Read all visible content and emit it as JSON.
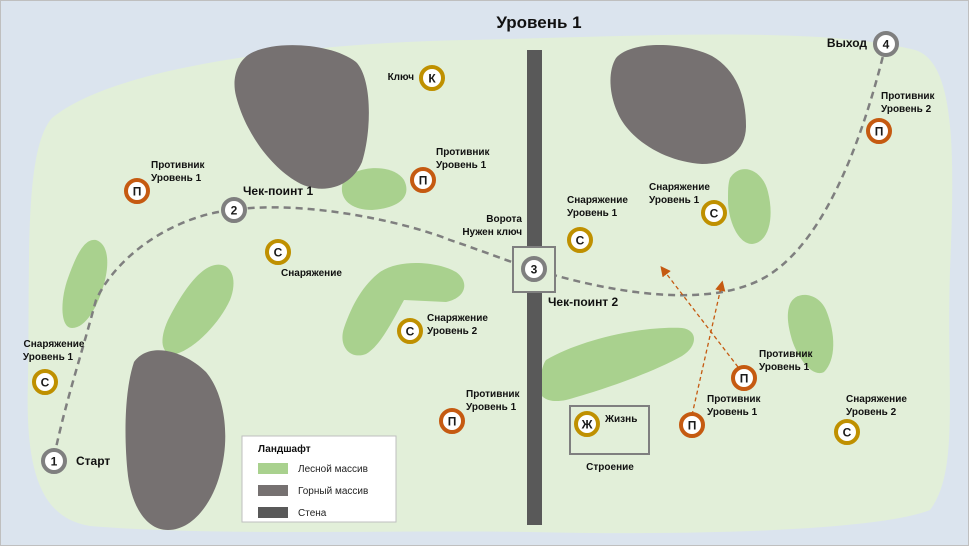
{
  "title": "Уровень 1",
  "colors": {
    "water": "#dbe4ee",
    "ground": "#e2efd9",
    "forest": "#a9d18e",
    "mountain": "#767171",
    "wall": "#595959",
    "checkpoint": "#7f7f7f",
    "gear": "#bf9000",
    "enemy": "#c55a11",
    "path": "#7f7f7f",
    "arrow": "#c55a11"
  },
  "checkpoints": [
    {
      "num": "1",
      "label": "Старт"
    },
    {
      "num": "2",
      "label": "Чек-поинт 1"
    },
    {
      "num": "3",
      "label": "Чек-поинт 2",
      "note_line1": "Ворота",
      "note_line2": "Нужен ключ"
    },
    {
      "num": "4",
      "label": "Выход"
    }
  ],
  "gear_letter": "С",
  "enemy_letter": "П",
  "key": {
    "letter": "К",
    "label": "Ключ"
  },
  "life": {
    "letter": "Ж",
    "label": "Жизнь",
    "building_label": "Строение"
  },
  "gear_items": [
    {
      "line1": "Снаряжение",
      "line2": "Уровень 1"
    },
    {
      "line1": "Снаряжение",
      "line2": ""
    },
    {
      "line1": "Снаряжение",
      "line2": "Уровень 2"
    },
    {
      "line1": "Снаряжение",
      "line2": "Уровень 1"
    },
    {
      "line1": "Снаряжение",
      "line2": "Уровень 1"
    },
    {
      "line1": "Снаряжение",
      "line2": "Уровень 2"
    }
  ],
  "enemies": [
    {
      "line1": "Противник",
      "line2": "Уровень 1"
    },
    {
      "line1": "Противник",
      "line2": "Уровень 1"
    },
    {
      "line1": "Противник",
      "line2": "Уровень 1"
    },
    {
      "line1": "Противник",
      "line2": "Уровень 2"
    },
    {
      "line1": "Противник",
      "line2": "Уровень 1"
    },
    {
      "line1": "Противник",
      "line2": "Уровень 1"
    }
  ],
  "legend": {
    "title": "Ландшафт",
    "items": [
      {
        "label": "Лесной массив",
        "color": "#a9d18e"
      },
      {
        "label": "Горный массив",
        "color": "#767171"
      },
      {
        "label": "Стена",
        "color": "#595959"
      }
    ]
  }
}
